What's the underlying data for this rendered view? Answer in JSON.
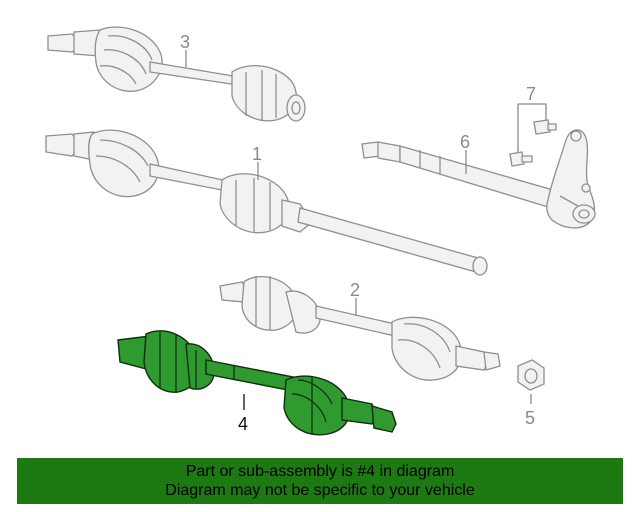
{
  "callouts": {
    "part_1": "1",
    "part_2": "2",
    "part_3": "3",
    "part_4": "4",
    "part_5": "5",
    "part_6": "6",
    "part_7": "7"
  },
  "banner": {
    "line1": "Part or sub-assembly is #4 in diagram",
    "line2": "Diagram may not be specific to your vehicle"
  },
  "colors": {
    "highlight": "#2f9a2f",
    "banner_bg": "#1d7a12",
    "line_art": "#8f8f8f"
  }
}
